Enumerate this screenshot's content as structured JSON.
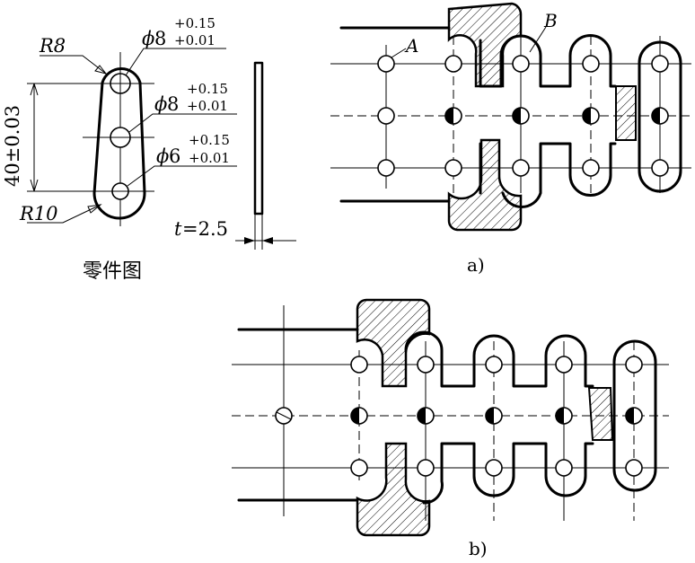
{
  "part_drawing": {
    "caption": "零件图",
    "radius_top": "R8",
    "radius_bottom": "R10",
    "hole_1": {
      "symbol": "ϕ",
      "size": "8",
      "tol_upper": "+0.15",
      "tol_lower": "+0.01"
    },
    "hole_2": {
      "symbol": "ϕ",
      "size": "8",
      "tol_upper": "+0.15",
      "tol_lower": "+0.01"
    },
    "hole_3": {
      "symbol": "ϕ",
      "size": "6",
      "tol_upper": "+0.15",
      "tol_lower": "+0.01"
    },
    "pitch_dim": "40±0.03",
    "thickness_var": "t",
    "thickness_val": "=2.5"
  },
  "layout_a": {
    "caption": "a)",
    "label_A": "A",
    "label_B": "B"
  },
  "layout_b": {
    "caption": "b)"
  },
  "colors": {
    "ink": "#000000",
    "paper": "#ffffff"
  }
}
